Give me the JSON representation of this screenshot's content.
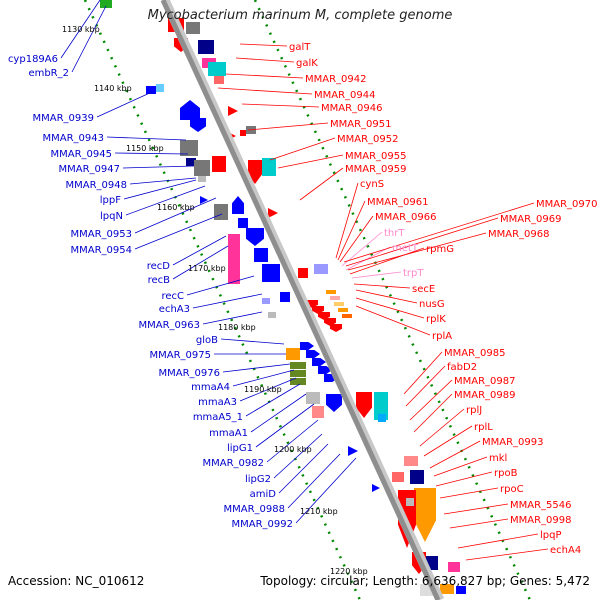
{
  "title": "Mycobacterium marinum M, complete genome",
  "footer": {
    "accession": "Accession: NC_010612",
    "topology": "Topology: circular; Length: 6,636,827 bp; Genes: 5,472"
  },
  "colors": {
    "left_label": "#0000cc",
    "right_label": "#ff0000",
    "right_label_faint": "#ff88cc",
    "backbone": "#9a9a9a",
    "tick_dots": "#008800"
  },
  "kbp_ticks": [
    "1130 kbp",
    "1140 kbp",
    "1150 kbp",
    "1160 kbp",
    "1170 kbp",
    "1180 kbp",
    "1190 kbp",
    "1200 kbp",
    "1210 kbp",
    "1220 kbp"
  ],
  "left_labels": [
    "cyp189A6",
    "embR_2",
    "MMAR_0939",
    "MMAR_0943",
    "MMAR_0945",
    "MMAR_0947",
    "MMAR_0948",
    "lppF",
    "lpqN",
    "MMAR_0953",
    "MMAR_0954",
    "recD",
    "recB",
    "recC",
    "echA3",
    "MMAR_0963",
    "gloB",
    "MMAR_0975",
    "MMAR_0976",
    "mmaA4",
    "mmaA3",
    "mmaA5_1",
    "mmaA1",
    "lipG1",
    "MMAR_0982",
    "lipG2",
    "amiD",
    "MMAR_0988",
    "MMAR_0992"
  ],
  "right_labels": [
    "galT",
    "galK",
    "MMAR_0942",
    "MMAR_0944",
    "MMAR_0946",
    "MMAR_0951",
    "MMAR_0952",
    "MMAR_0955",
    "MMAR_0959",
    "cynS",
    "MMAR_0961",
    "MMAR_0966",
    "thrT",
    "metT",
    "rpmG",
    "trpT",
    "secE",
    "nusG",
    "rplK",
    "rplA",
    "MMAR_0985",
    "fabD2",
    "MMAR_0987",
    "MMAR_0989",
    "rplJ",
    "rplL",
    "MMAR_0993",
    "mkl",
    "rpoB",
    "rpoC",
    "MMAR_5546",
    "MMAR_0998",
    "lpqP",
    "echA4",
    "MMAR_0970",
    "MMAR_0969",
    "MMAR_0968"
  ]
}
